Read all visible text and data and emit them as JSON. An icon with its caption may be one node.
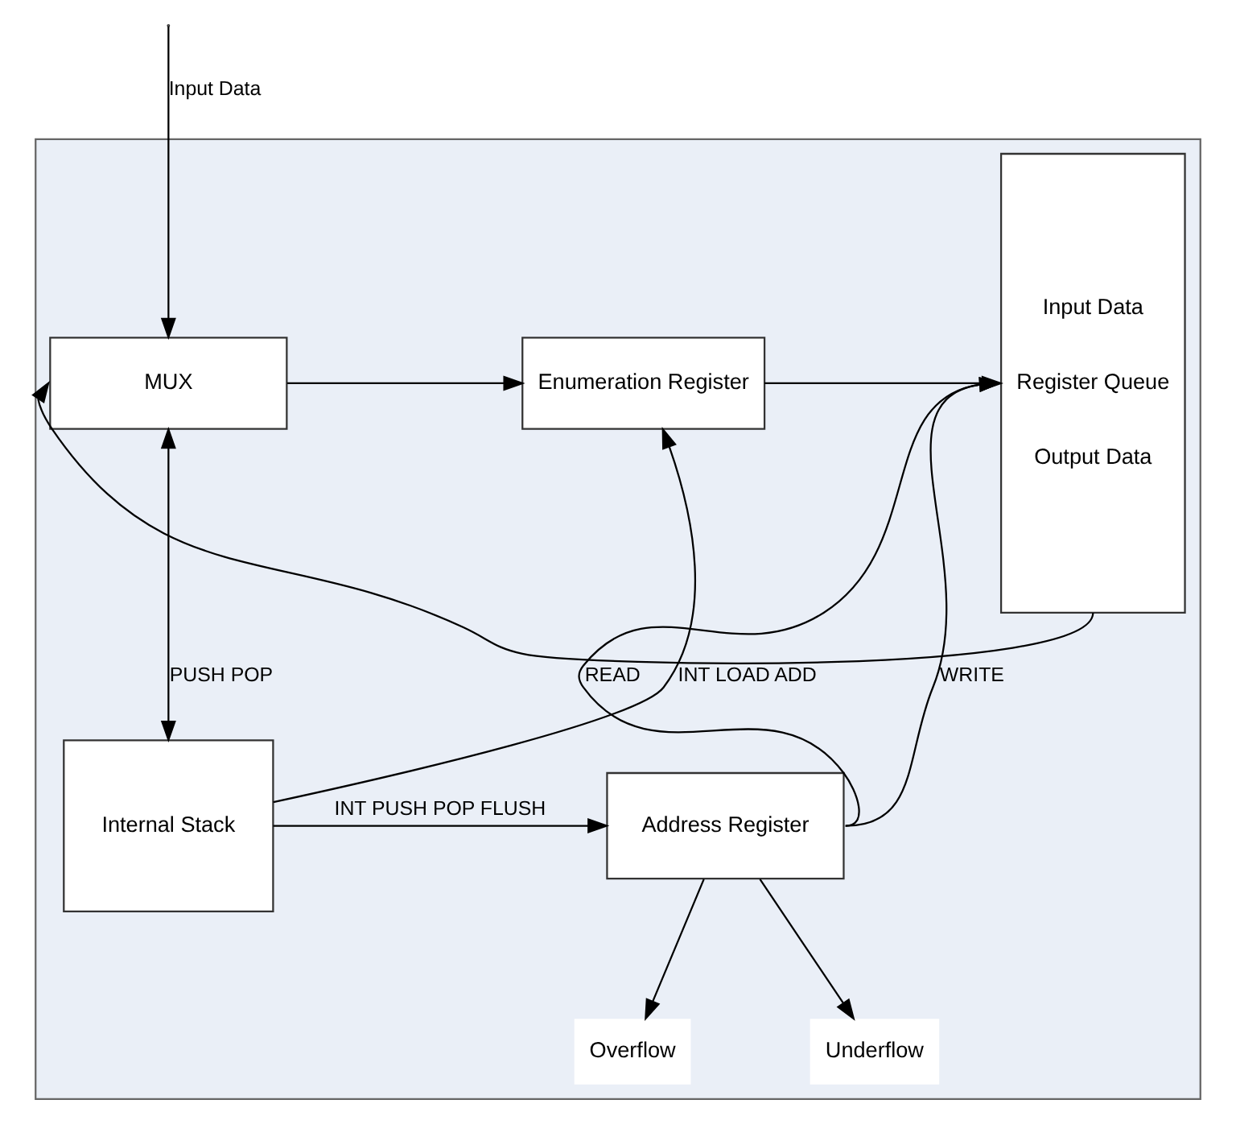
{
  "diagram": {
    "nodes": [
      {
        "text": [],
        "shape": "box"
      },
      {
        "text": [
          "MUX"
        ],
        "in": 0
      },
      {
        "text": [
          "Enumeration Register"
        ],
        "in": 0
      },
      {
        "text": [
          "Input Data",
          "Register Queue",
          "Output Data"
        ],
        "in": 0
      },
      {
        "text": [
          "Internal Stack"
        ],
        "in": 0
      },
      {
        "text": [
          "Address Register"
        ],
        "in": 0
      },
      {
        "text": [
          "Overflow"
        ],
        "in": 0
      },
      {
        "text": [
          "Underflow"
        ],
        "in": 0
      }
    ],
    "edges": [
      {
        "from": null,
        "to": 1,
        "arrow": "to",
        "label": "Input Data"
      },
      {
        "from": 1,
        "to": 2,
        "arrow": "to"
      },
      {
        "from": 2,
        "to": 3,
        "arrow": "to"
      },
      {
        "from": 1,
        "to": 4,
        "arrow": "both",
        "label": "PUSH POP"
      },
      {
        "from": 4,
        "to": 2,
        "arrow": "to",
        "label": "INT LOAD ADD"
      },
      {
        "from": 4,
        "to": 5,
        "arrow": "to",
        "label": "INT PUSH POP FLUSH"
      },
      {
        "from": 5,
        "to": 3,
        "arrow": "to",
        "label": "READ"
      },
      {
        "from": 5,
        "to": 3,
        "arrow": "to",
        "label": "WRITE"
      },
      {
        "from": 5,
        "to": 6,
        "arrow": "to"
      },
      {
        "from": 5,
        "to": 7,
        "arrow": "to"
      },
      {
        "from": 3,
        "to": 1,
        "arrow": "to"
      }
    ]
  }
}
